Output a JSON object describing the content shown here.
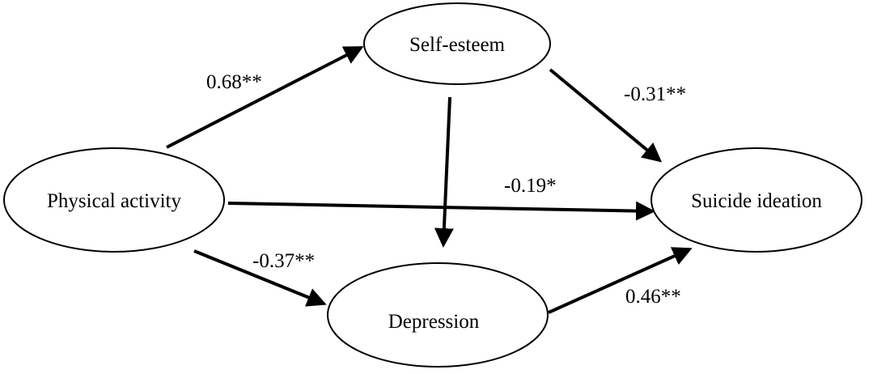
{
  "diagram": {
    "nodes": {
      "physical_activity": {
        "label": "Physical activity"
      },
      "self_esteem": {
        "label": "Self-esteem"
      },
      "depression": {
        "label": "Depression"
      },
      "suicide_ideation": {
        "label": "Suicide ideation"
      }
    },
    "edges": [
      {
        "from": "Physical activity",
        "to": "Self-esteem",
        "coefficient": "0.68**"
      },
      {
        "from": "Physical activity",
        "to": "Depression",
        "coefficient": "-0.37**"
      },
      {
        "from": "Physical activity",
        "to": "Suicide ideation",
        "coefficient": "-0.19*"
      },
      {
        "from": "Self-esteem",
        "to": "Suicide ideation",
        "coefficient": "-0.31**"
      },
      {
        "from": "Self-esteem",
        "to": "Depression",
        "coefficient": ""
      },
      {
        "from": "Depression",
        "to": "Suicide ideation",
        "coefficient": "0.46**"
      }
    ],
    "colors": {
      "stroke": "#000000",
      "background": "#ffffff"
    }
  }
}
